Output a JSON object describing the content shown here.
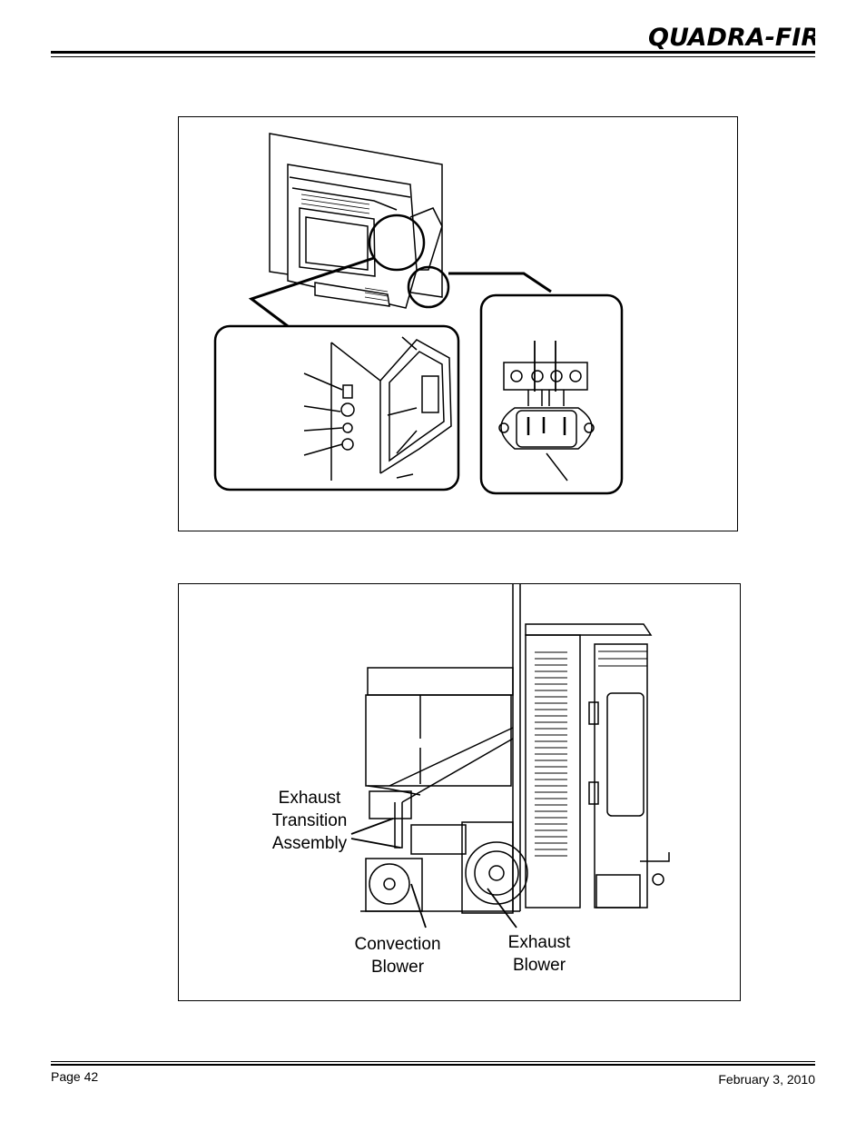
{
  "header": {
    "brand": "QUADRA-FIRE"
  },
  "figure2": {
    "labels": {
      "exhaust_transition": "Exhaust\nTransition\nAssembly",
      "convection_blower": "Convection\nBlower",
      "exhaust_blower": "Exhaust\nBlower"
    }
  },
  "footer": {
    "page": "Page  42",
    "date": "February 3, 2010"
  }
}
